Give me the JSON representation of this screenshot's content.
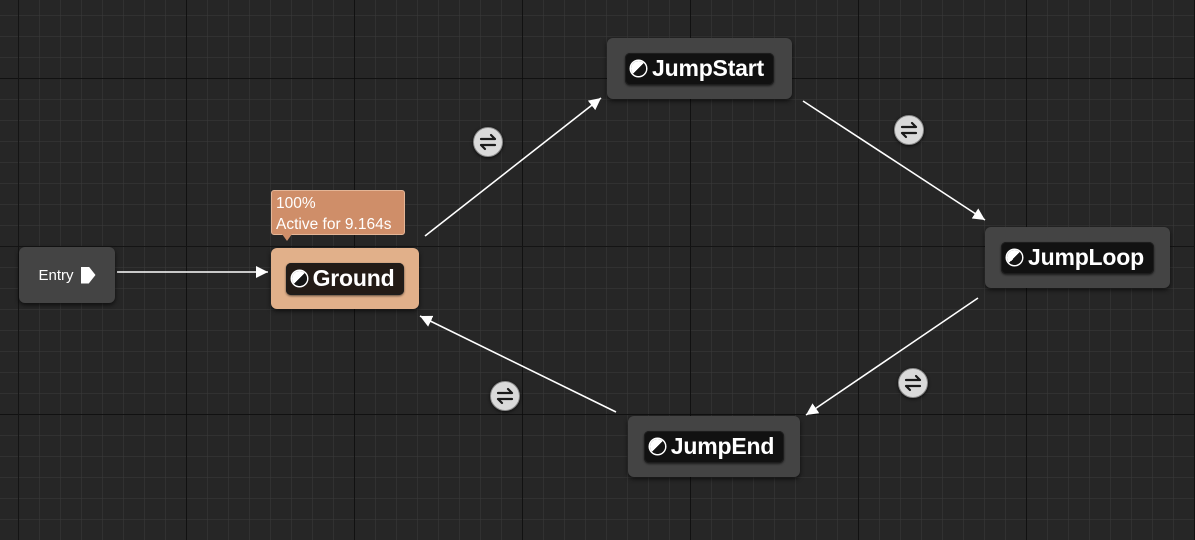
{
  "entry": {
    "label": "Entry"
  },
  "states": {
    "ground": {
      "label": "Ground",
      "active": true
    },
    "jump_start": {
      "label": "JumpStart"
    },
    "jump_loop": {
      "label": "JumpLoop"
    },
    "jump_end": {
      "label": "JumpEnd"
    }
  },
  "active_state_tooltip": {
    "weight": "100%",
    "active_time": "Active for 9.164s"
  },
  "transitions": [
    {
      "from": "Entry",
      "to": "Ground",
      "rule_icon": null
    },
    {
      "from": "Ground",
      "to": "JumpStart",
      "rule_icon": "transition-rule-icon"
    },
    {
      "from": "JumpStart",
      "to": "JumpLoop",
      "rule_icon": "transition-rule-icon"
    },
    {
      "from": "JumpLoop",
      "to": "JumpEnd",
      "rule_icon": "transition-rule-icon"
    },
    {
      "from": "JumpEnd",
      "to": "Ground",
      "rule_icon": "transition-rule-icon"
    }
  ],
  "colors": {
    "graph_background": "#262626",
    "node_body": "#444444",
    "active_node_body": "#e1b08a",
    "tooltip_background": "#cf8e69",
    "wire": "#ffffff"
  }
}
